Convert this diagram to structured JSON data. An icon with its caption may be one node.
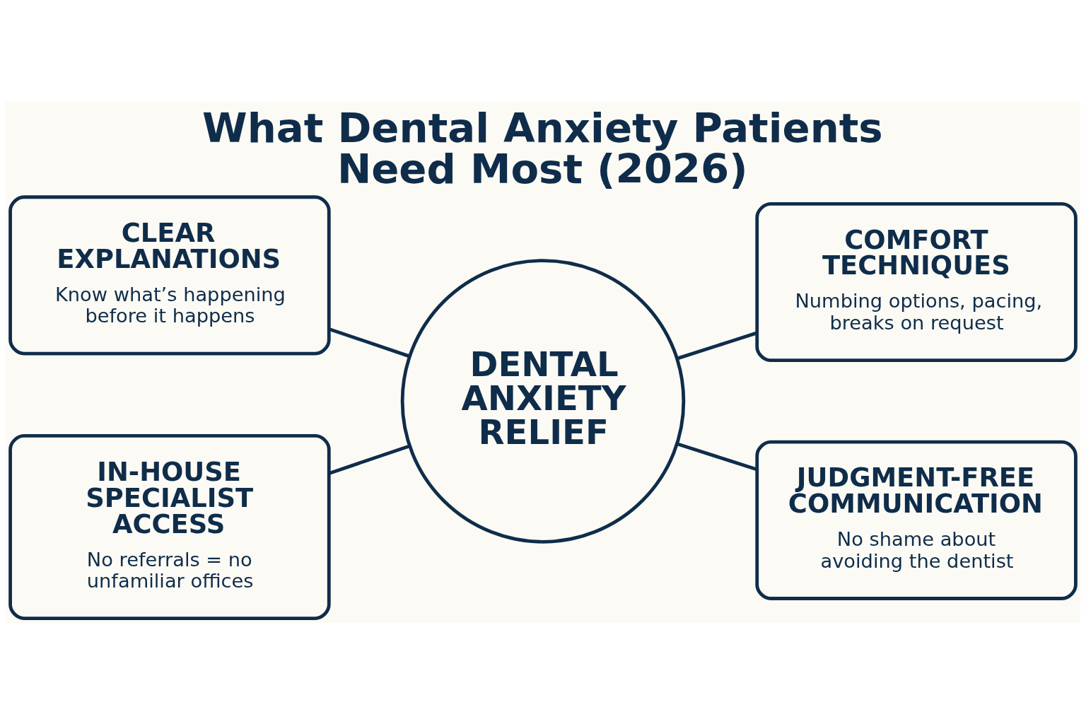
{
  "diagram": {
    "title": "What Dental Anxiety Patients Need Most (2026)",
    "nodes": [
      {
        "text": [
          "CLEAR EXPLANATIONS",
          "Know what’s happening before it happens"
        ]
      },
      {
        "text": [
          "COMFORT TECHNIQUES",
          "Numbing options, pacing, breaks on request"
        ]
      },
      {
        "text": [
          "DENTAL ANXIETY RELIEF"
        ]
      },
      {
        "text": [
          "IN-HOUSE SPECIALIST ACCESS",
          "No referrals = no unfamiliar offices"
        ]
      },
      {
        "text": [
          "JUDGMENT-FREE COMMUNICATION",
          "No shame about avoiding the dentist"
        ]
      }
    ],
    "edges": [
      {
        "from": 0,
        "to": 2,
        "arrow": "none"
      },
      {
        "from": 2,
        "to": 1,
        "arrow": "none"
      },
      {
        "from": 3,
        "to": 2,
        "arrow": "none"
      },
      {
        "from": 2,
        "to": 4,
        "arrow": "none"
      }
    ]
  }
}
